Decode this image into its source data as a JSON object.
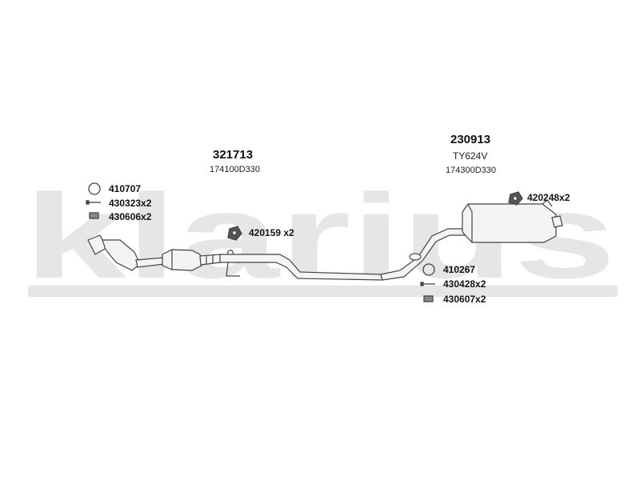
{
  "watermark": {
    "text": "klarius",
    "color": "#e3e3e3"
  },
  "groups": [
    {
      "main": "321713",
      "sub": "174100D330"
    },
    {
      "main": "230913",
      "model": "TY624V",
      "sub": "174300D330"
    }
  ],
  "parts": [
    {
      "code": "410707",
      "icon": "ring-gasket-icon"
    },
    {
      "code": "430323x2",
      "icon": "bolt-icon"
    },
    {
      "code": "430606x2",
      "icon": "nut-icon"
    },
    {
      "code": "420159 x2",
      "icon": "rubber-mount-icon"
    },
    {
      "code": "420248x2",
      "icon": "rubber-mount-icon"
    },
    {
      "code": "410267",
      "icon": "ring-gasket-icon"
    },
    {
      "code": "430428x2",
      "icon": "bolt-icon"
    },
    {
      "code": "430607x2",
      "icon": "nut-icon"
    }
  ],
  "colors": {
    "pipe_stroke": "#444444",
    "pipe_fill": "#f4f4f4",
    "text": "#111111"
  }
}
